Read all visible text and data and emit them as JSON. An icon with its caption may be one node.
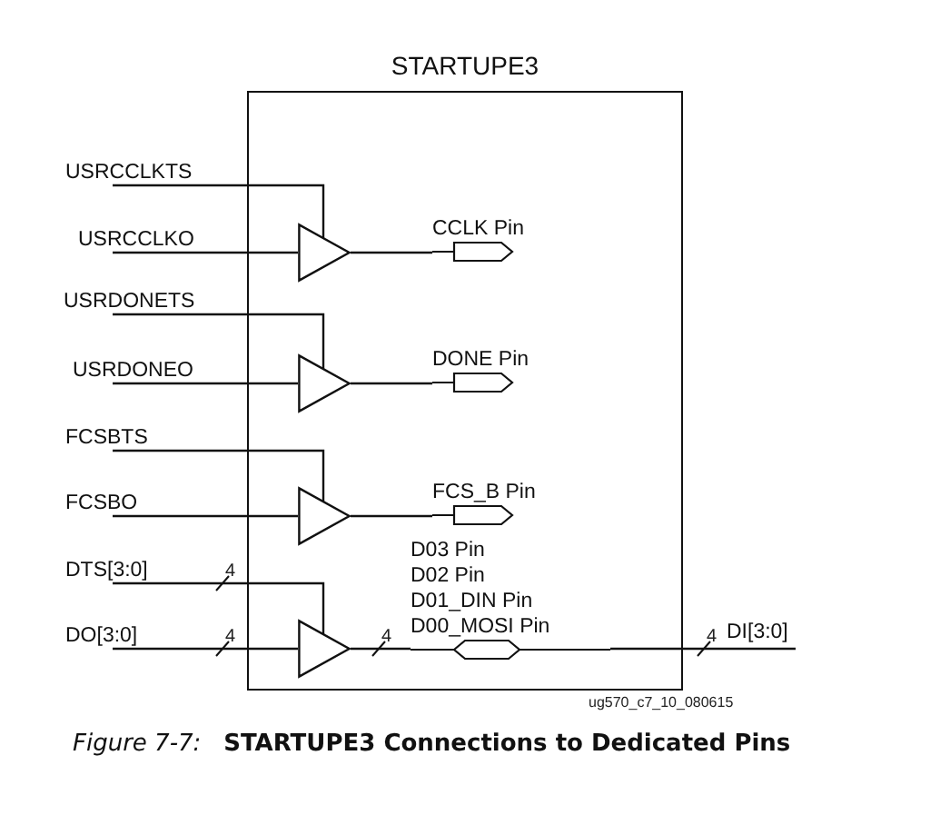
{
  "diagram": {
    "caption": "*Figure 7-7:*   **STARTUPE3 Connections to Dedicated Pins**",
    "nodes": [
      {
        "text": [
          "STARTUPE3"
        ]
      },
      {
        "text": [
          "USRCCLKTS"
        ]
      },
      {
        "text": [
          "USRCCLKO"
        ]
      },
      {
        "text": [
          "USRDONETS"
        ]
      },
      {
        "text": [
          "USRDONEO"
        ]
      },
      {
        "text": [
          "FCSBTS"
        ]
      },
      {
        "text": [
          "FCSBO"
        ]
      },
      {
        "text": [
          "DTS[3:0]"
        ]
      },
      {
        "text": [
          "DO[3:0]"
        ]
      },
      {
        "text": [],
        "shape": "triangle",
        "in": 0
      },
      {
        "text": [],
        "shape": "triangle",
        "in": 0
      },
      {
        "text": [],
        "shape": "triangle",
        "in": 0
      },
      {
        "text": [],
        "shape": "triangle",
        "in": 0
      },
      {
        "text": [
          "CCLK Pin"
        ],
        "in": 0
      },
      {
        "text": [
          "DONE Pin"
        ],
        "in": 0
      },
      {
        "text": [
          "FCS_B Pin"
        ],
        "in": 0
      },
      {
        "text": [
          "D03 Pin",
          "D02 Pin",
          "D01_DIN Pin",
          "D00_MOSI Pin"
        ],
        "in": 0
      },
      {
        "text": [
          "DI[3:0]"
        ]
      }
    ],
    "edges": [
      {
        "from": 1,
        "to": 9,
        "arrow": "none"
      },
      {
        "from": 2,
        "to": 9,
        "arrow": "none"
      },
      {
        "from": 9,
        "to": 13,
        "arrow": "none"
      },
      {
        "from": 3,
        "to": 10,
        "arrow": "none"
      },
      {
        "from": 4,
        "to": 10,
        "arrow": "none"
      },
      {
        "from": 10,
        "to": 14,
        "arrow": "none"
      },
      {
        "from": 5,
        "to": 11,
        "arrow": "none"
      },
      {
        "from": 6,
        "to": 11,
        "arrow": "none"
      },
      {
        "from": 11,
        "to": 15,
        "arrow": "none"
      },
      {
        "from": 7,
        "to": 12,
        "arrow": "none"
      },
      {
        "from": 8,
        "to": 12,
        "arrow": "none"
      },
      {
        "from": 12,
        "to": 16,
        "arrow": "none"
      },
      {
        "from": 16,
        "to": 17,
        "arrow": "none"
      }
    ],
    "labels": [
      "4",
      "4",
      "4",
      "4",
      "ug570_c7_10_080615"
    ]
  }
}
